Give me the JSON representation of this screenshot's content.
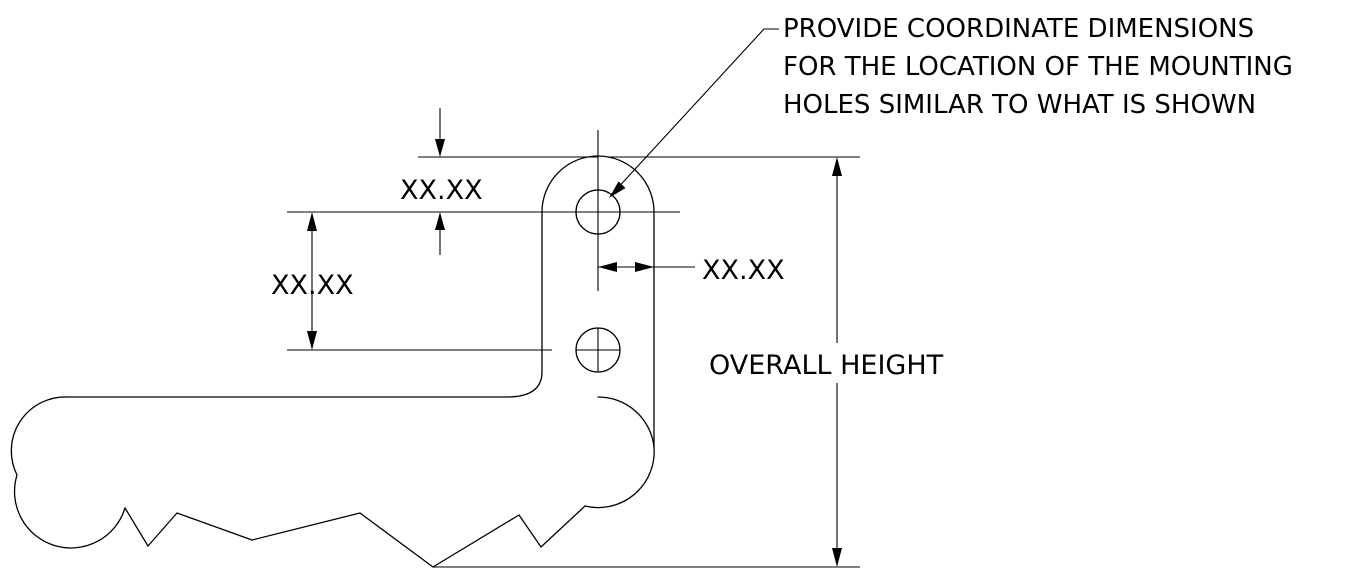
{
  "note": {
    "lines": [
      "PROVIDE COORDINATE DIMENSIONS",
      "FOR THE LOCATION OF THE MOUNTING",
      "HOLES SIMILAR TO WHAT IS SHOWN"
    ]
  },
  "dimensions": {
    "top_to_hole_label": "XX.XX",
    "hole_spacing_label": "XX.XX",
    "hole_offset_label": "XX.XX",
    "overall_height_label": "OVERALL HEIGHT"
  }
}
